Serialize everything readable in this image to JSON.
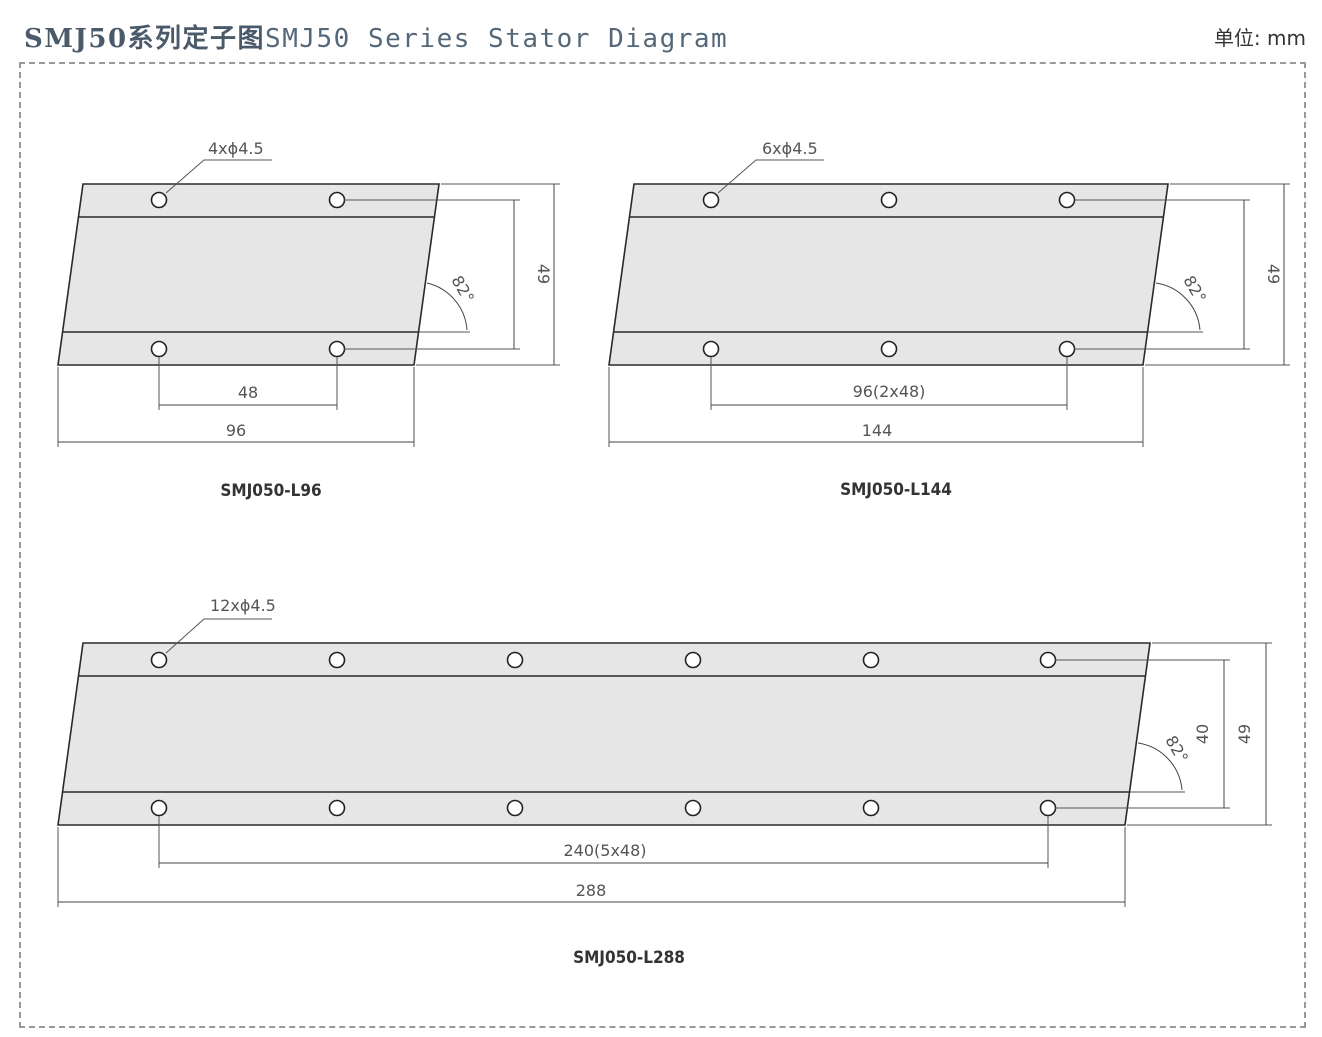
{
  "header": {
    "title_cn": "SMJ50系列定子图",
    "title_en": "SMJ50 Series Stator Diagram",
    "unit": "单位: mm"
  },
  "stators": [
    {
      "model": "SMJ050-L96",
      "holes_note": "4xϕ4.5",
      "angle": "82°",
      "height": "49",
      "pitch_dim": "48",
      "length_dim": "96"
    },
    {
      "model": "SMJ050-L144",
      "holes_note": "6xϕ4.5",
      "angle": "82°",
      "height": "49",
      "pitch_dim": "96(2x48)",
      "length_dim": "144"
    },
    {
      "model": "SMJ050-L288",
      "holes_note": "12xϕ4.5",
      "angle": "82°",
      "hole_spacing": "40",
      "height": "49",
      "pitch_dim": "240(5x48)",
      "length_dim": "288"
    }
  ],
  "colors": {
    "plate": "#e6e6e6",
    "line": "#2a2a2a",
    "frame": "#9a9a9a"
  }
}
